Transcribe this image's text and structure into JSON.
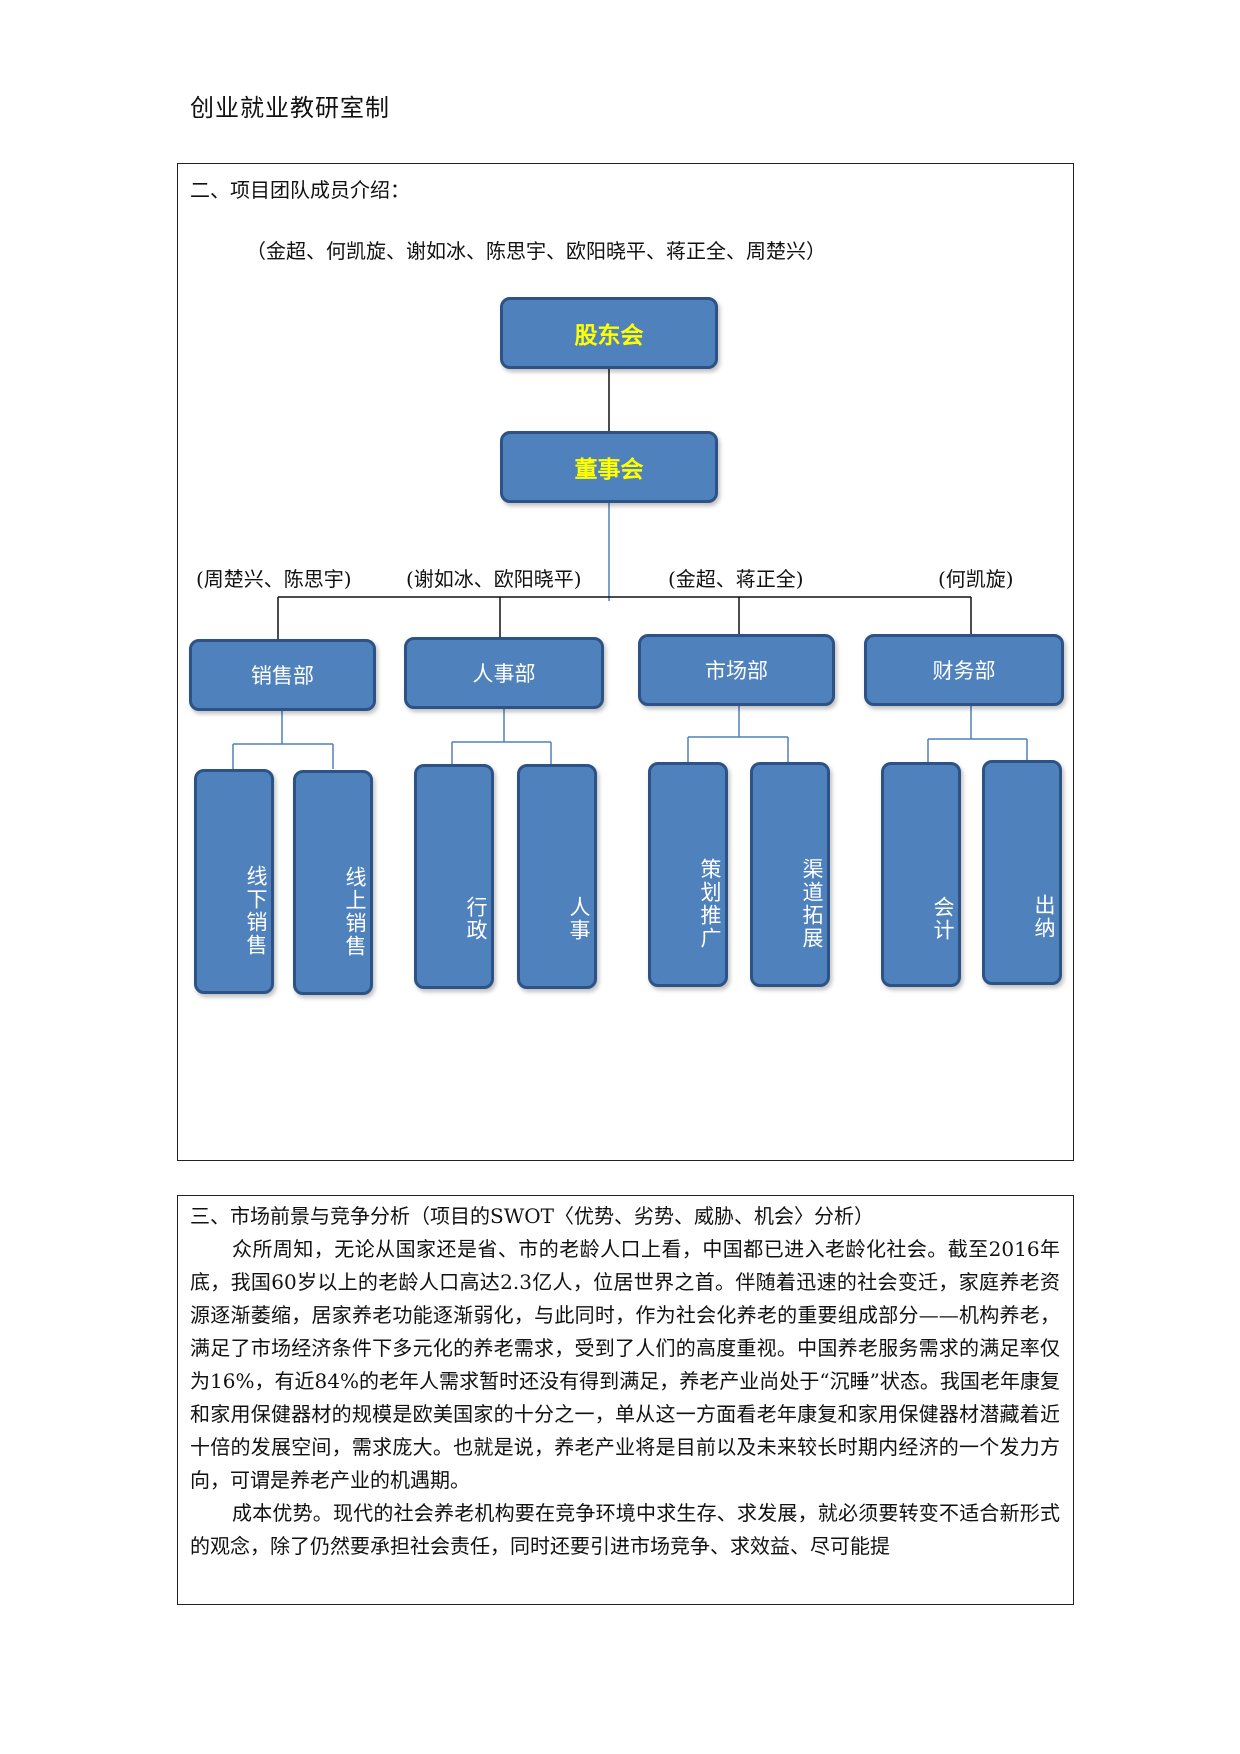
{
  "header": "创业就业教研室制",
  "section2": {
    "title": "二、项目团队成员介绍：",
    "members": "（金超、何凯旋、谢如冰、陈思宇、欧阳晓平、蒋正全、周楚兴）",
    "org": {
      "top": "股东会",
      "board": "董事会",
      "departments": [
        {
          "label": "(周楚兴、陈思宇)",
          "name": "销售部",
          "subs": [
            "线下销售",
            "线上销售"
          ]
        },
        {
          "label": "(谢如冰、欧阳晓平)",
          "name": "人事部",
          "subs": [
            "行政",
            "人事"
          ]
        },
        {
          "label": "(金超、蒋正全)",
          "name": "市场部",
          "subs": [
            "策划推广",
            "渠道拓展"
          ]
        },
        {
          "label": "(何凯旋)",
          "name": "财务部",
          "subs": [
            "会计",
            "出纳"
          ]
        }
      ]
    }
  },
  "section3": {
    "title": "三、市场前景与竞争分析（项目的SWOT〈优势、劣势、威胁、机会〉分析）",
    "paragraphs": [
      "众所周知，无论从国家还是省、市的老龄人口上看，中国都已进入老龄化社会。截至2016年底，我国60岁以上的老龄人口高达2.3亿人，位居世界之首。伴随着迅速的社会变迁，家庭养老资源逐渐萎缩，居家养老功能逐渐弱化，与此同时，作为社会化养老的重要组成部分——机构养老，满足了市场经济条件下多元化的养老需求，受到了人们的高度重视。中国养老服务需求的满足率仅为16%，有近84%的老年人需求暂时还没有得到满足，养老产业尚处于“沉睡”状态。我国老年康复和家用保健器材的规模是欧美国家的十分之一，单从这一方面看老年康复和家用保健器材潜藏着近十倍的发展空间，需求庞大。也就是说，养老产业将是目前以及未来较长时期内经济的一个发力方向，可谓是养老产业的机遇期。",
      "成本优势。现代的社会养老机构要在竞争环境中求生存、求发展，就必须要转变不适合新形式的观念，除了仍然要承担社会责任，同时还要引进市场竞争、求效益、尽可能提"
    ]
  }
}
